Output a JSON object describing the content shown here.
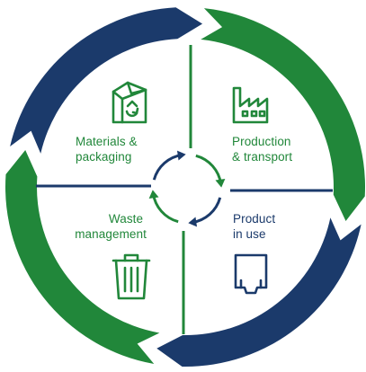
{
  "colors": {
    "green": "#21873a",
    "navy": "#1b3a6b",
    "background": "#ffffff"
  },
  "quadrants": [
    {
      "id": "materials",
      "icon": "recycle-box-icon",
      "label_lines": [
        "Materials &",
        "packaging"
      ]
    },
    {
      "id": "production",
      "icon": "factory-icon",
      "label_lines": [
        "Production",
        "& transport"
      ]
    },
    {
      "id": "product-use",
      "icon": "product-container-icon",
      "label_lines": [
        "Product",
        "in use"
      ]
    },
    {
      "id": "waste",
      "icon": "trash-bin-icon",
      "label_lines": [
        "Waste",
        "management"
      ]
    }
  ],
  "outer_ring": {
    "arcs": [
      {
        "color": "green",
        "direction": "clockwise"
      },
      {
        "color": "navy",
        "direction": "clockwise"
      },
      {
        "color": "green",
        "direction": "clockwise"
      },
      {
        "color": "navy",
        "direction": "clockwise"
      }
    ]
  },
  "center_cycle": {
    "arrow_colors": [
      "navy",
      "green",
      "navy",
      "green"
    ],
    "direction": "clockwise"
  }
}
